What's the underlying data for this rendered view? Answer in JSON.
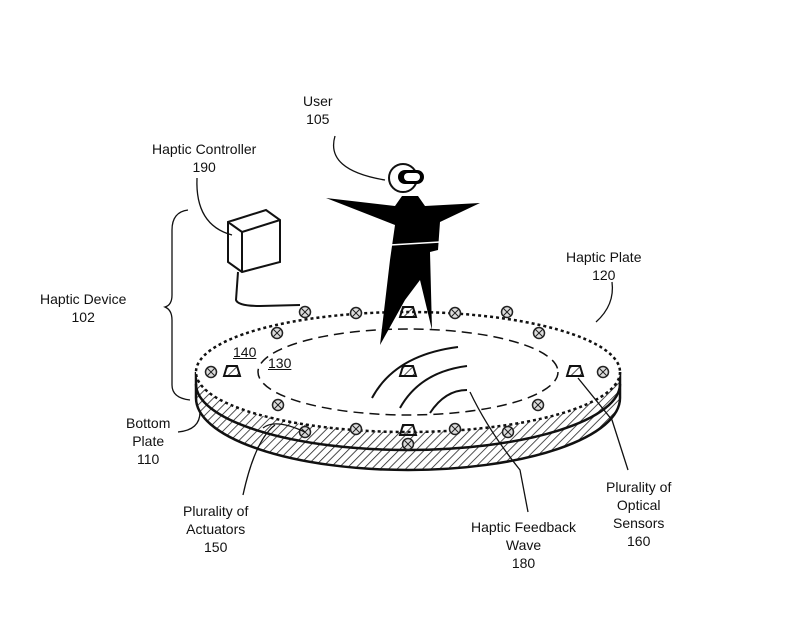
{
  "labels": {
    "user": {
      "name": "User",
      "ref": "105"
    },
    "controller": {
      "name": "Haptic Controller",
      "ref": "190"
    },
    "device": {
      "name": "Haptic Device",
      "ref": "102"
    },
    "plate": {
      "name": "Haptic Plate",
      "ref": "120"
    },
    "bottom": {
      "line1": "Bottom",
      "line2": "Plate",
      "ref": "110"
    },
    "actuators": {
      "line1": "Plurality of",
      "line2": "Actuators",
      "ref": "150"
    },
    "wave": {
      "line1": "Haptic Feedback",
      "line2": "Wave",
      "ref": "180"
    },
    "sensors": {
      "line1": "Plurality of",
      "line2": "Optical",
      "line3": "Sensors",
      "ref": "160"
    },
    "ref140": "140",
    "ref130": "130"
  }
}
